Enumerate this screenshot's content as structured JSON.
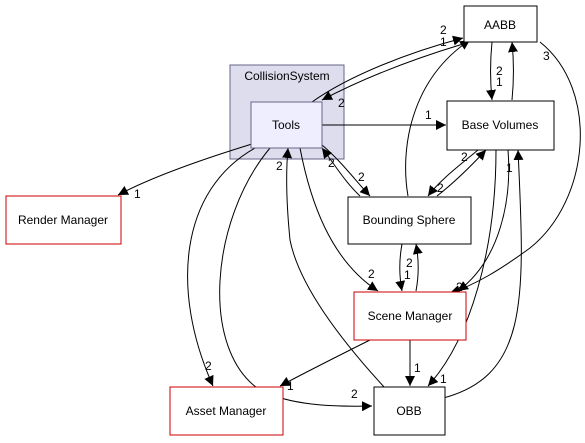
{
  "colors": {
    "cluster_fill": "#ddddee",
    "cluster_stroke": "#666688",
    "current_fill": "#eeeeff",
    "current_stroke": "#666688",
    "node_stroke": "#000000",
    "red_stroke": "#cc0000",
    "edge": "#000000"
  },
  "cluster": {
    "label": "CollisionSystem"
  },
  "nodes": {
    "tools": "Tools",
    "aabb": "AABB",
    "base_volumes": "Base Volumes",
    "bounding_sphere": "Bounding Sphere",
    "scene_manager": "Scene Manager",
    "render_manager": "Render Manager",
    "asset_manager": "Asset Manager",
    "obb": "OBB"
  },
  "edge_labels": {
    "tools_aabb_a": "2",
    "tools_aabb_b": "1",
    "aabb_tools": "2",
    "tools_base_volumes": "1",
    "aabb_base_volumes": "2",
    "base_volumes_aabb": "1",
    "aabb_scene_manager": "3",
    "tools_render_manager": "1",
    "tools_bounding_sphere": "2",
    "bounding_sphere_tools": "2",
    "obb_tools": "2",
    "base_volumes_bounding_sphere": "2",
    "bounding_sphere_base_volumes": "2",
    "tools_scene_manager": "2",
    "bounding_sphere_scene_manager_a": "2",
    "bounding_sphere_scene_manager_b": "1",
    "base_volumes_scene_manager": "2",
    "obb_base_volumes": "1",
    "tools_asset_manager": "2",
    "scene_manager_asset_manager": "1",
    "scene_manager_obb": "1",
    "tools_obb": "2",
    "base_volumes_obb": "1"
  }
}
